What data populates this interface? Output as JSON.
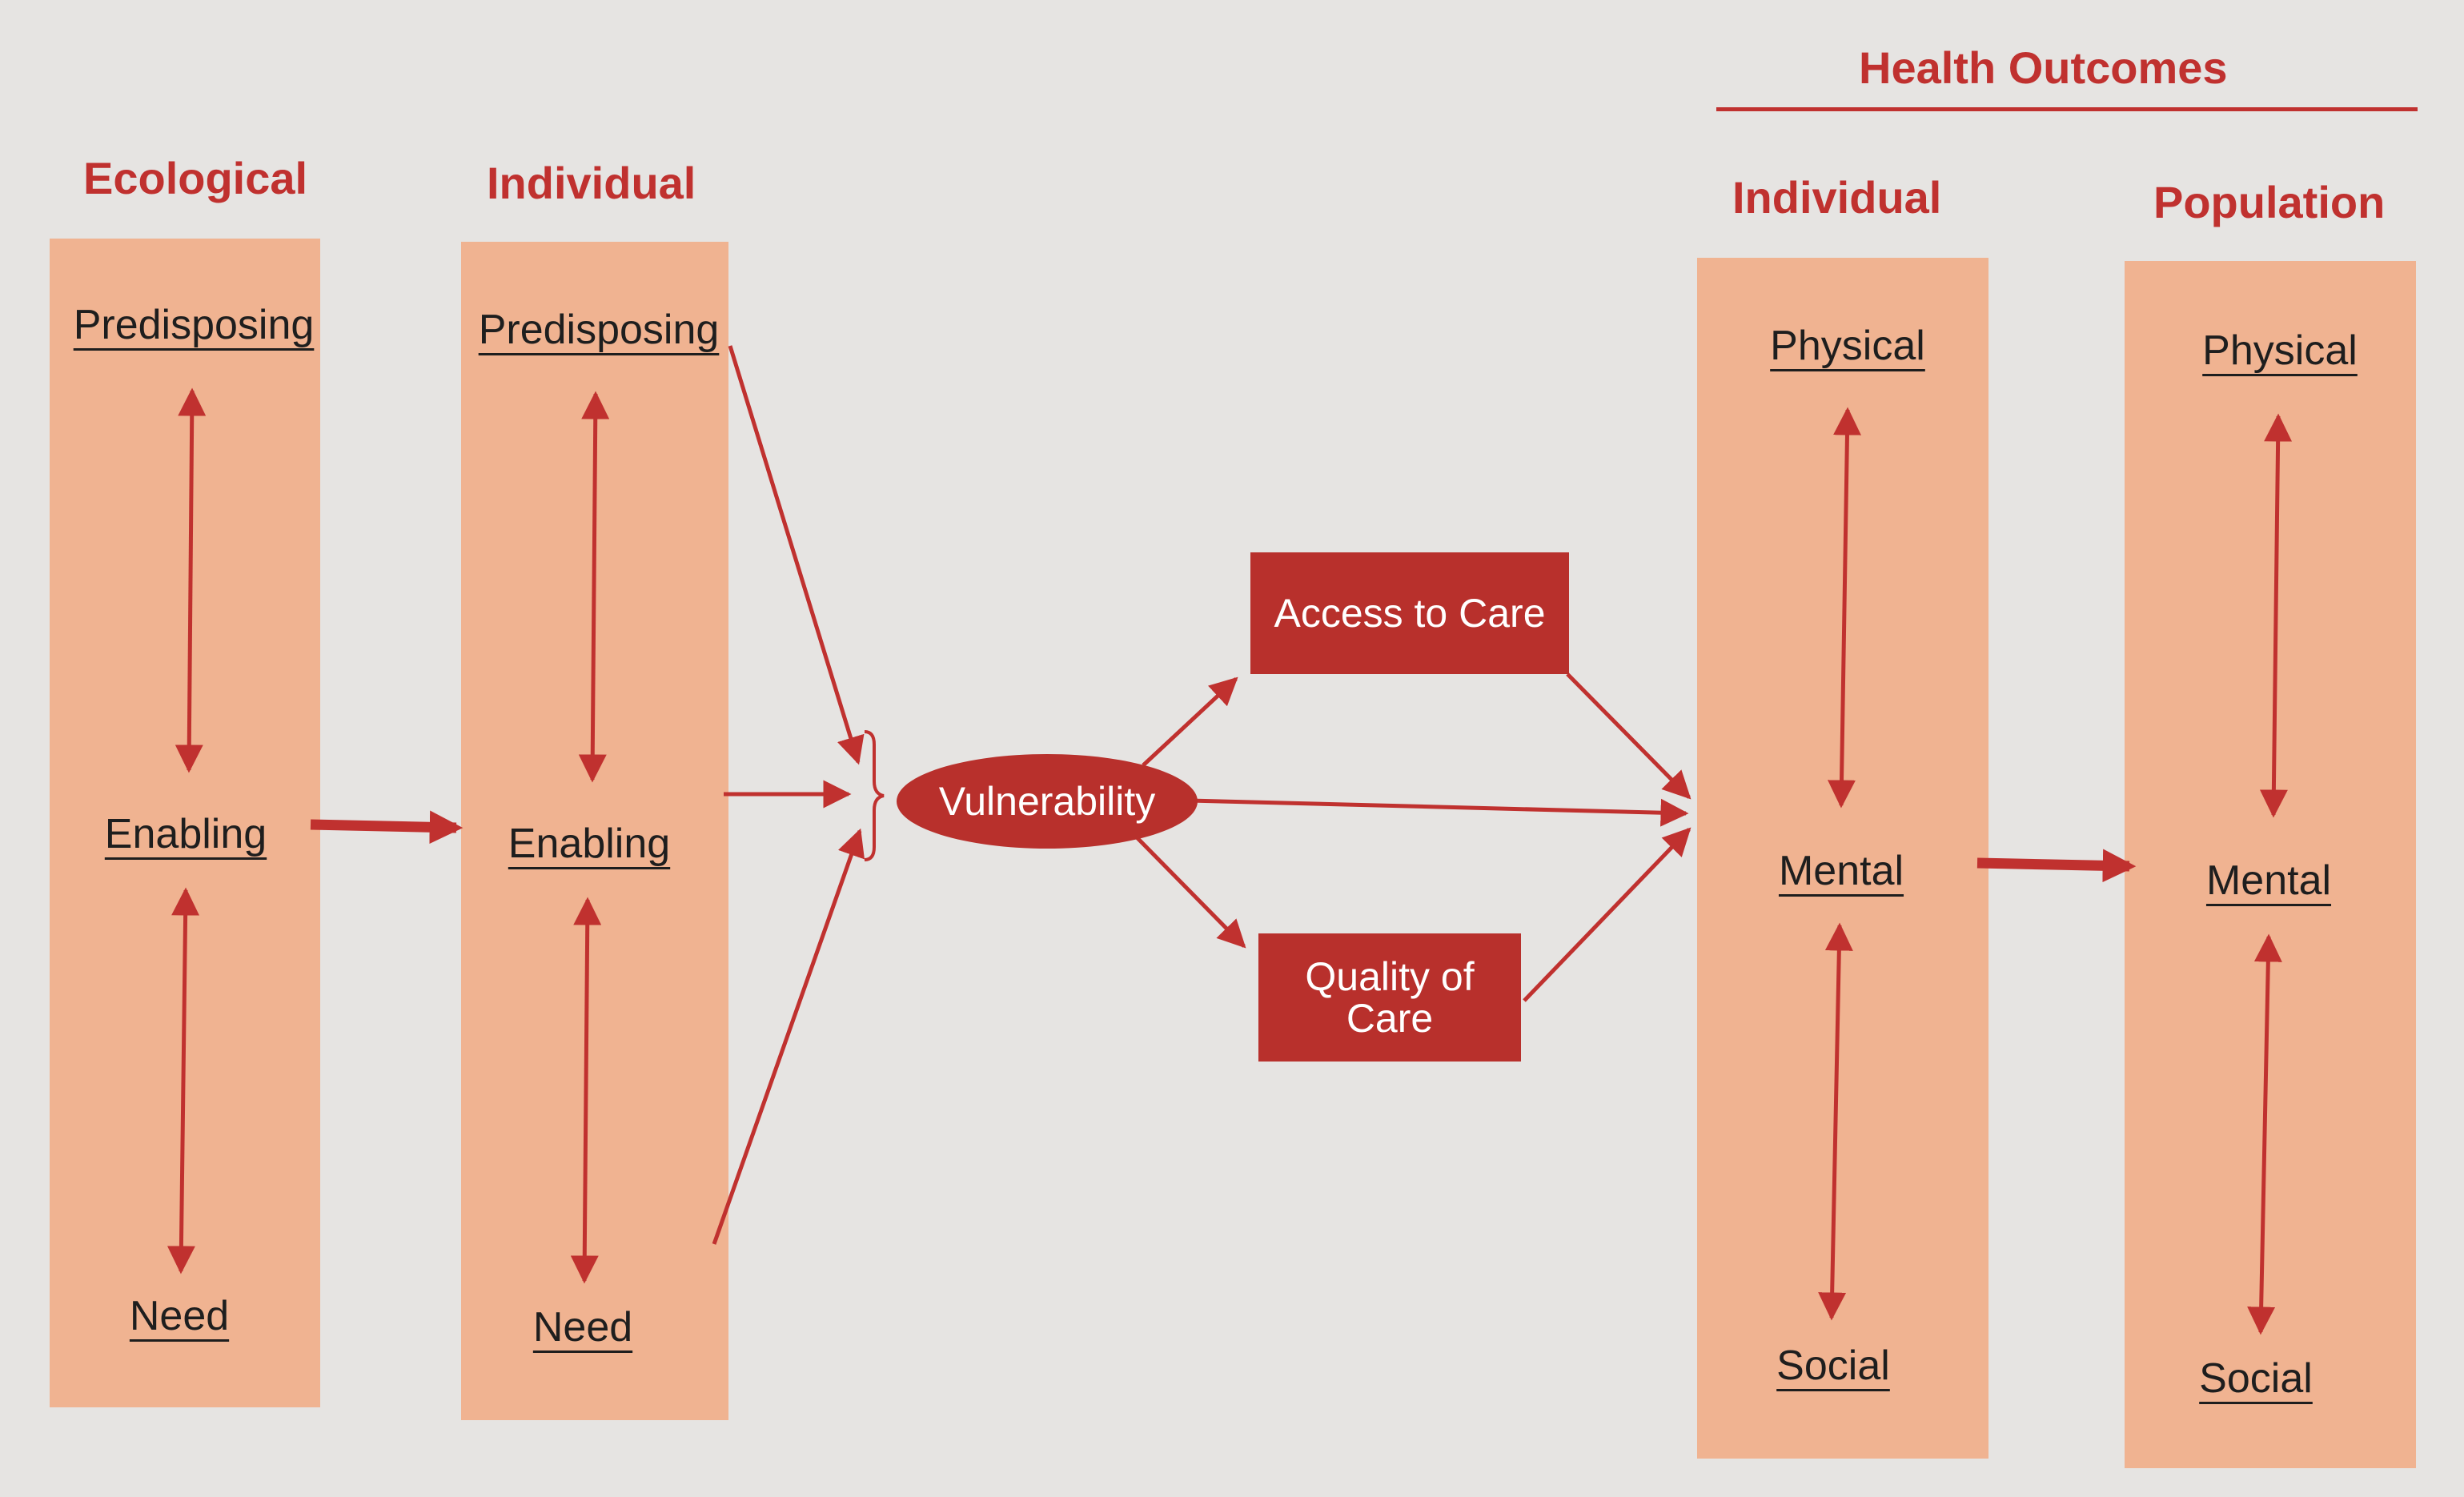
{
  "header": {
    "health_outcomes": "Health Outcomes"
  },
  "columns": {
    "ecological": {
      "title": "Ecological",
      "top": "Predisposing",
      "mid": "Enabling",
      "bottom": "Need"
    },
    "individual_determinants": {
      "title": "Individual",
      "top": "Predisposing",
      "mid": "Enabling",
      "bottom": "Need"
    },
    "individual_outcomes": {
      "title": "Individual",
      "top": "Physical",
      "mid": "Mental",
      "bottom": "Social"
    },
    "population_outcomes": {
      "title": "Population",
      "top": "Physical",
      "mid": "Mental",
      "bottom": "Social"
    }
  },
  "center": {
    "vulnerability": "Vulnerability",
    "access": "Access to Care",
    "quality_line1": "Quality of",
    "quality_line2": "Care"
  },
  "colors": {
    "accent": "#c0312f",
    "column_fill": "#f0b391",
    "node_fill": "#b8302c"
  }
}
